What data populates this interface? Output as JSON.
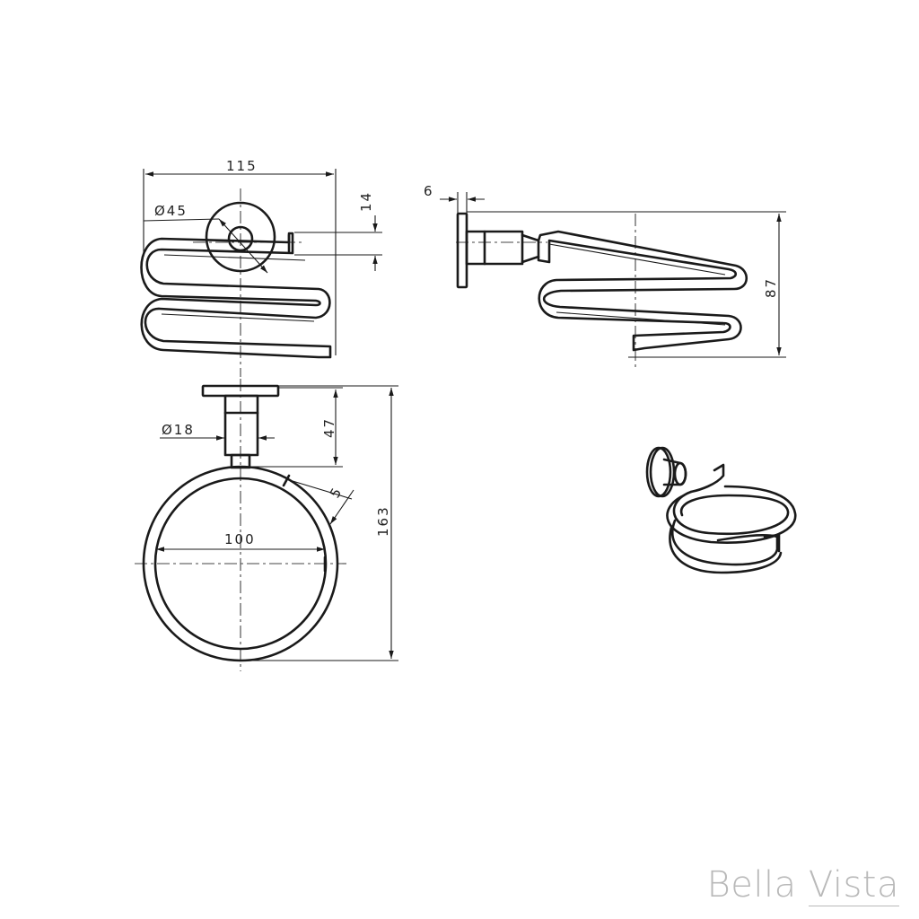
{
  "dimensions": {
    "width_115": "115",
    "diameter_45": "Ø45",
    "height_14": "14",
    "depth_6": "6",
    "height_87": "87",
    "diameter_18": "Ø18",
    "offset_47": "47",
    "gap_5": "5",
    "inner_100": "100",
    "total_163": "163"
  },
  "brand": {
    "word1": "Bella",
    "word2": "Vista"
  },
  "colors": {
    "line": "#1a1a1a",
    "brand": "#b9b9b9"
  }
}
